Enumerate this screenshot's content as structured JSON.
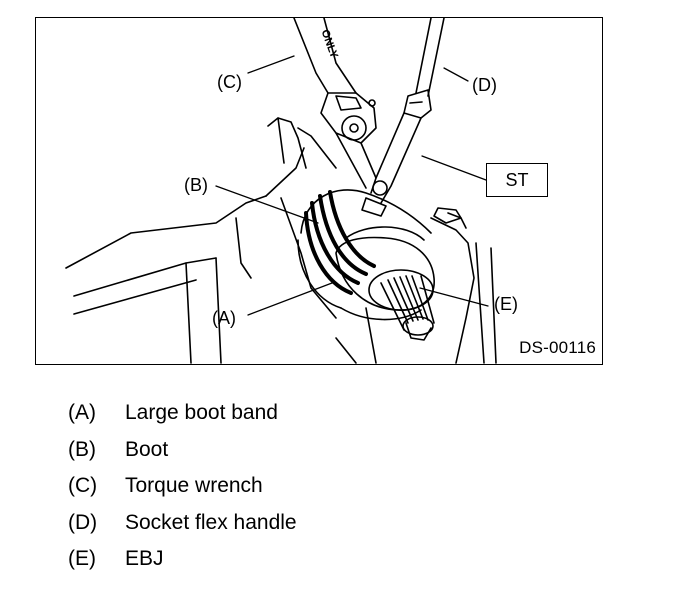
{
  "figure": {
    "code": "DS-00116",
    "tool_label": "ST",
    "engraving": "ONLY",
    "callouts": {
      "a": "(A)",
      "b": "(B)",
      "c": "(C)",
      "d": "(D)",
      "e": "(E)"
    }
  },
  "legend": [
    {
      "key": "(A)",
      "text": "Large boot band"
    },
    {
      "key": "(B)",
      "text": "Boot"
    },
    {
      "key": "(C)",
      "text": "Torque wrench"
    },
    {
      "key": "(D)",
      "text": "Socket flex handle"
    },
    {
      "key": "(E)",
      "text": "EBJ"
    }
  ]
}
